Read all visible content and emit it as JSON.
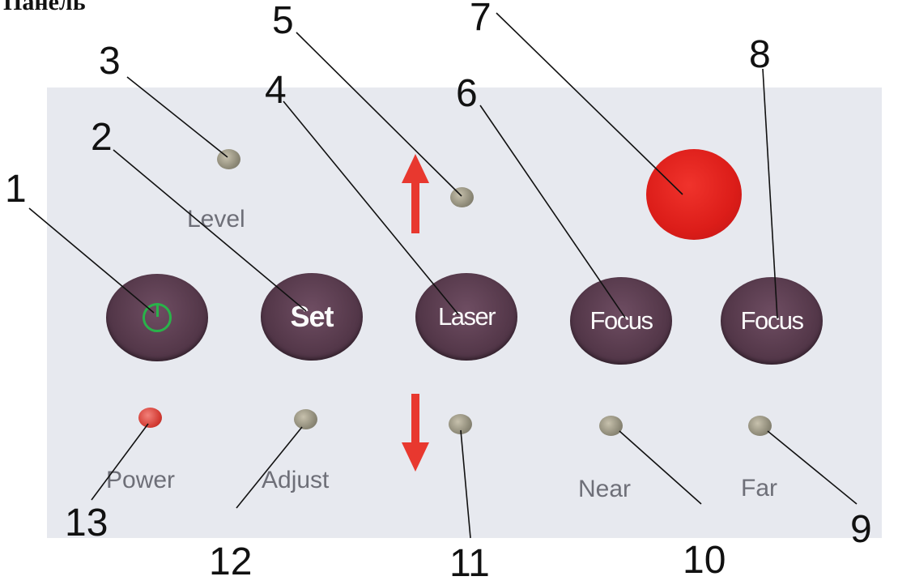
{
  "heading": "Панель",
  "buttons": {
    "set": "Set",
    "laser": "Laser",
    "focus_near": "Focus",
    "focus_far": "Focus"
  },
  "labels": {
    "level": "Level",
    "power": "Power",
    "adjust": "Adjust",
    "near": "Near",
    "far": "Far"
  },
  "callouts": [
    "1",
    "2",
    "3",
    "4",
    "5",
    "6",
    "7",
    "8",
    "9",
    "10",
    "11",
    "12",
    "13"
  ],
  "colors": {
    "panel": "#e7e9ef",
    "button": "#573a4c",
    "led": "#8f8b79",
    "power_led": "#d23a32",
    "stop_button": "#dc1d19",
    "arrow": "#e8382f",
    "power_symbol": "#29b34a"
  },
  "icons": [
    "power-icon",
    "up-arrow-icon",
    "down-arrow-icon"
  ]
}
